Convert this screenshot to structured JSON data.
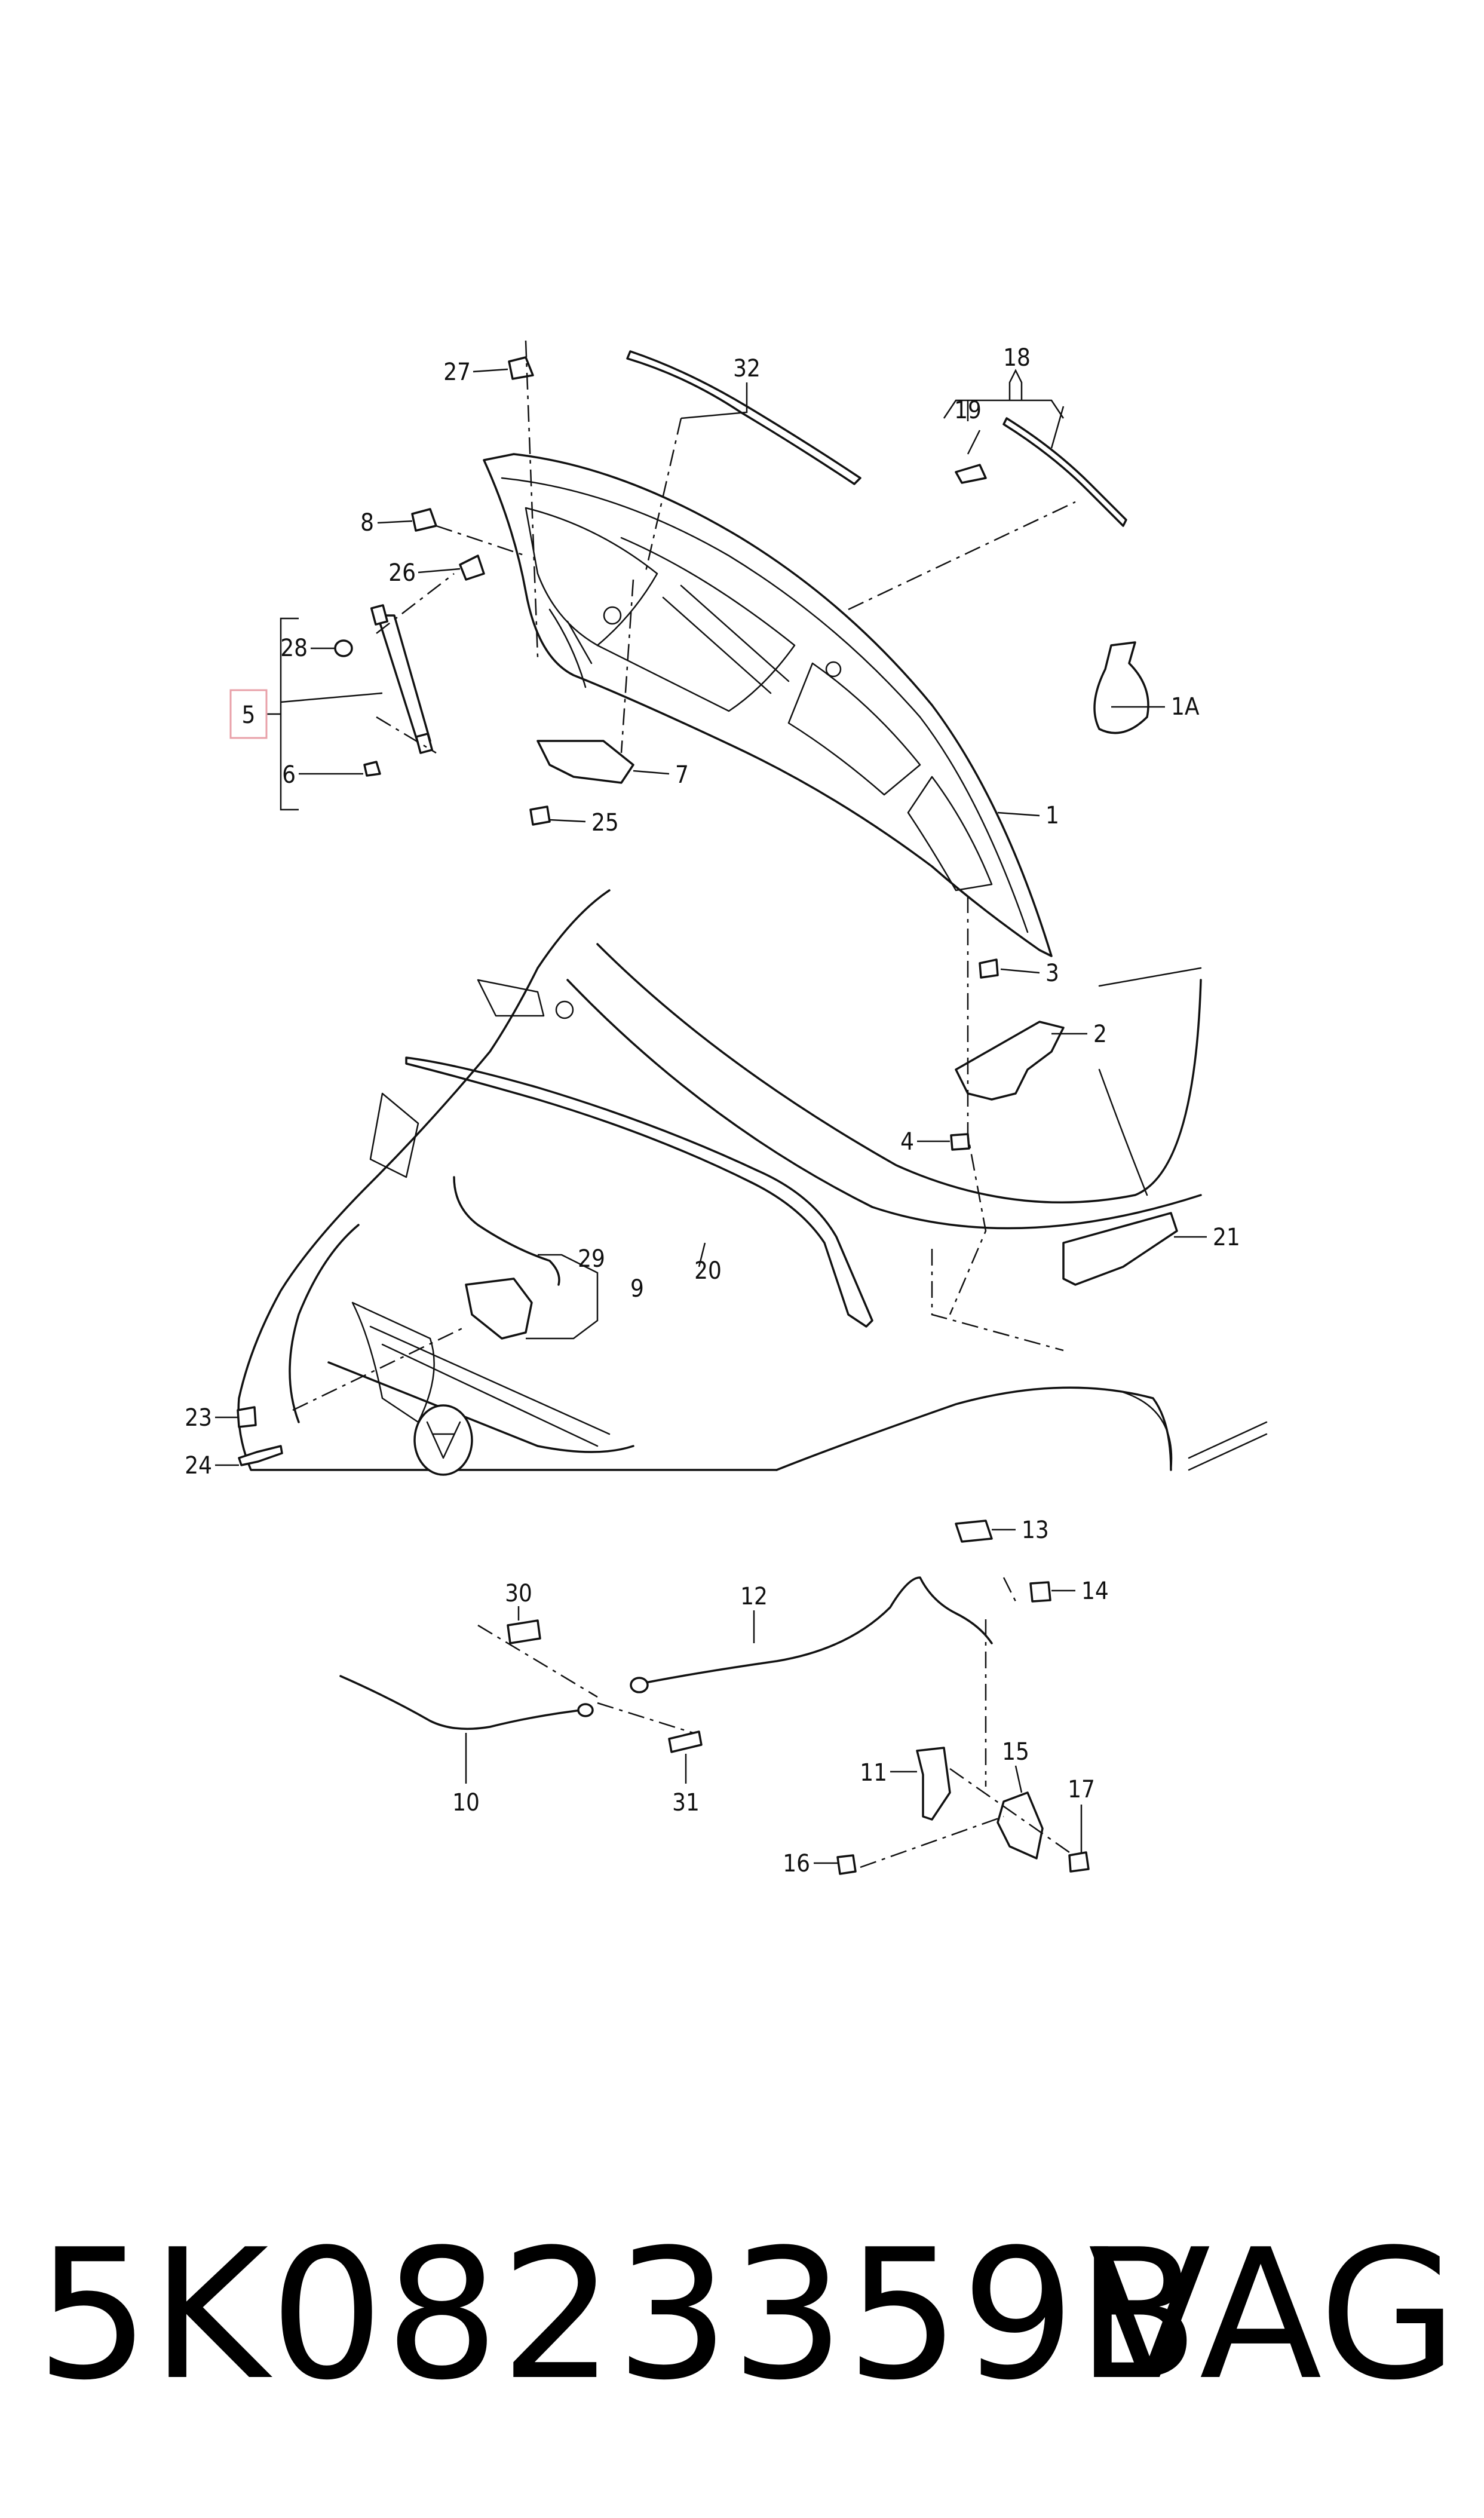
{
  "diagram": {
    "callouts": [
      {
        "id": "1"
      },
      {
        "id": "1A"
      },
      {
        "id": "2"
      },
      {
        "id": "3"
      },
      {
        "id": "4"
      },
      {
        "id": "5"
      },
      {
        "id": "6"
      },
      {
        "id": "7"
      },
      {
        "id": "8"
      },
      {
        "id": "9"
      },
      {
        "id": "10"
      },
      {
        "id": "11"
      },
      {
        "id": "12"
      },
      {
        "id": "13"
      },
      {
        "id": "14"
      },
      {
        "id": "15"
      },
      {
        "id": "16"
      },
      {
        "id": "17"
      },
      {
        "id": "18"
      },
      {
        "id": "19"
      },
      {
        "id": "20"
      },
      {
        "id": "21"
      },
      {
        "id": "23"
      },
      {
        "id": "24"
      },
      {
        "id": "25"
      },
      {
        "id": "26"
      },
      {
        "id": "27"
      },
      {
        "id": "28"
      },
      {
        "id": "29"
      },
      {
        "id": "30"
      },
      {
        "id": "31"
      },
      {
        "id": "32"
      }
    ],
    "highlighted_callout": "5",
    "highlight_color": "#e8a0a8"
  },
  "footer": {
    "part_number": "5K0823359B",
    "brand": "VAG"
  }
}
